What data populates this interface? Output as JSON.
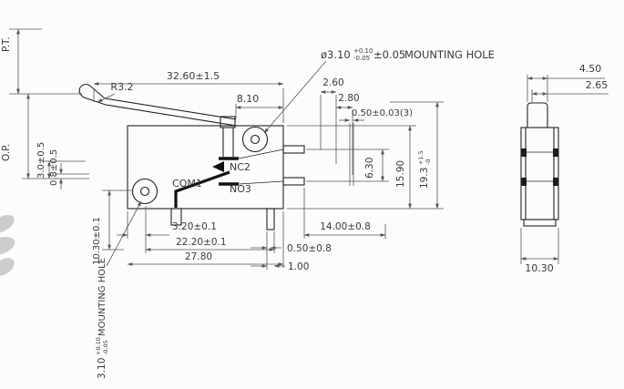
{
  "colors": {
    "background": "#fcfcfc",
    "outline": "#222222",
    "dim_line": "#555555",
    "text": "#3a3a3a",
    "contact_fill": "#111111",
    "watermark": "#bdbdbd"
  },
  "side_view": {
    "com": "COM1",
    "nc": "NC2",
    "no": "NO3",
    "lever_radius": "R3.2"
  },
  "top": {
    "overall_width": "32.60±1.5",
    "lever_end": "8.10",
    "hole_note": {
      "dia": "ø3.10",
      "tp": "+0.10",
      "tm": "-0.05",
      "tol": "±0.05",
      "label": "MOUNTING  HOLE"
    },
    "t260": "2.60",
    "t280": "2.80",
    "t050": "0.50±0.03(3)"
  },
  "left": {
    "pt": "P.T.",
    "op": "O.P.",
    "t30": "3.0±0.5",
    "t08": "0.8±0.5",
    "hole_offset": "10.30±0.1",
    "hole_note": {
      "dia": "3.10",
      "tp": "+0.10",
      "tm": "-0.05",
      "label": "MOUNTING HOLE"
    }
  },
  "right": {
    "pitch": "6.30",
    "body_height": "15.90",
    "total": {
      "val": "19.3",
      "tp": "+1.5",
      "tm": "-0"
    }
  },
  "bottom": {
    "t320": "3.20±0.1",
    "t2220": "22.20±0.1",
    "t2780": "27.80",
    "t1400": "14.00±0.8",
    "t050": "0.50±0.8",
    "t100": "1.00"
  },
  "end_view": {
    "top_width": "4.50",
    "plunger_width": "2.65",
    "depth": "10.30"
  }
}
